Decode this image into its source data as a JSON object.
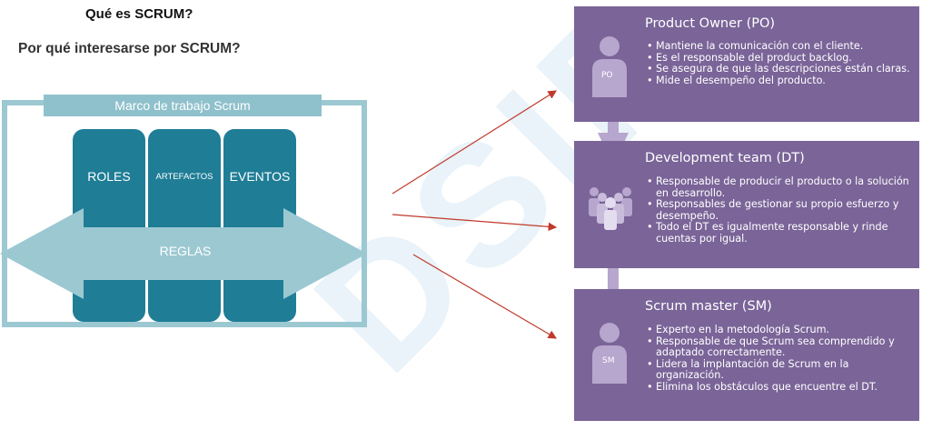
{
  "headings": {
    "title": "Qué es SCRUM?",
    "subtitle": "Por qué interesarse por SCRUM?"
  },
  "framework": {
    "title": "Marco de trabajo Scrum",
    "columns": [
      "ROLES",
      "ARTEFACTOS",
      "EVENTOS"
    ],
    "arrow_label": "REGLAS"
  },
  "roles": [
    {
      "title": "Product Owner (PO)",
      "badge": "PO",
      "bullets": [
        "Mantiene la comunicación con el cliente.",
        "Es el responsable del product backlog.",
        "Se asegura de que las descripciones están claras.",
        "Mide el desempeño del producto."
      ]
    },
    {
      "title": "Development team (DT)",
      "badge": "",
      "bullets": [
        "Responsable de producir el producto o la solución en desarrollo.",
        "Responsables de gestionar su propio esfuerzo y desempeño.",
        "Todo el DT es igualmente responsable y rinde cuentas por igual."
      ]
    },
    {
      "title": "Scrum master (SM)",
      "badge": "SM",
      "bullets": [
        "Experto en la metodología Scrum.",
        "Responsable de que Scrum sea comprendido y adaptado correctamente.",
        "Lidera la implantación de Scrum en la organización.",
        "Elimina los obstáculos que encuentre el DT."
      ]
    }
  ],
  "colors": {
    "frame_light": "#9cc8d2",
    "column_teal": "#1f7d96",
    "role_purple": "#7a6498",
    "connector": "#b7a6cd",
    "arrow_red": "#c0392b"
  },
  "icons": [
    "person-icon",
    "team-icon"
  ]
}
